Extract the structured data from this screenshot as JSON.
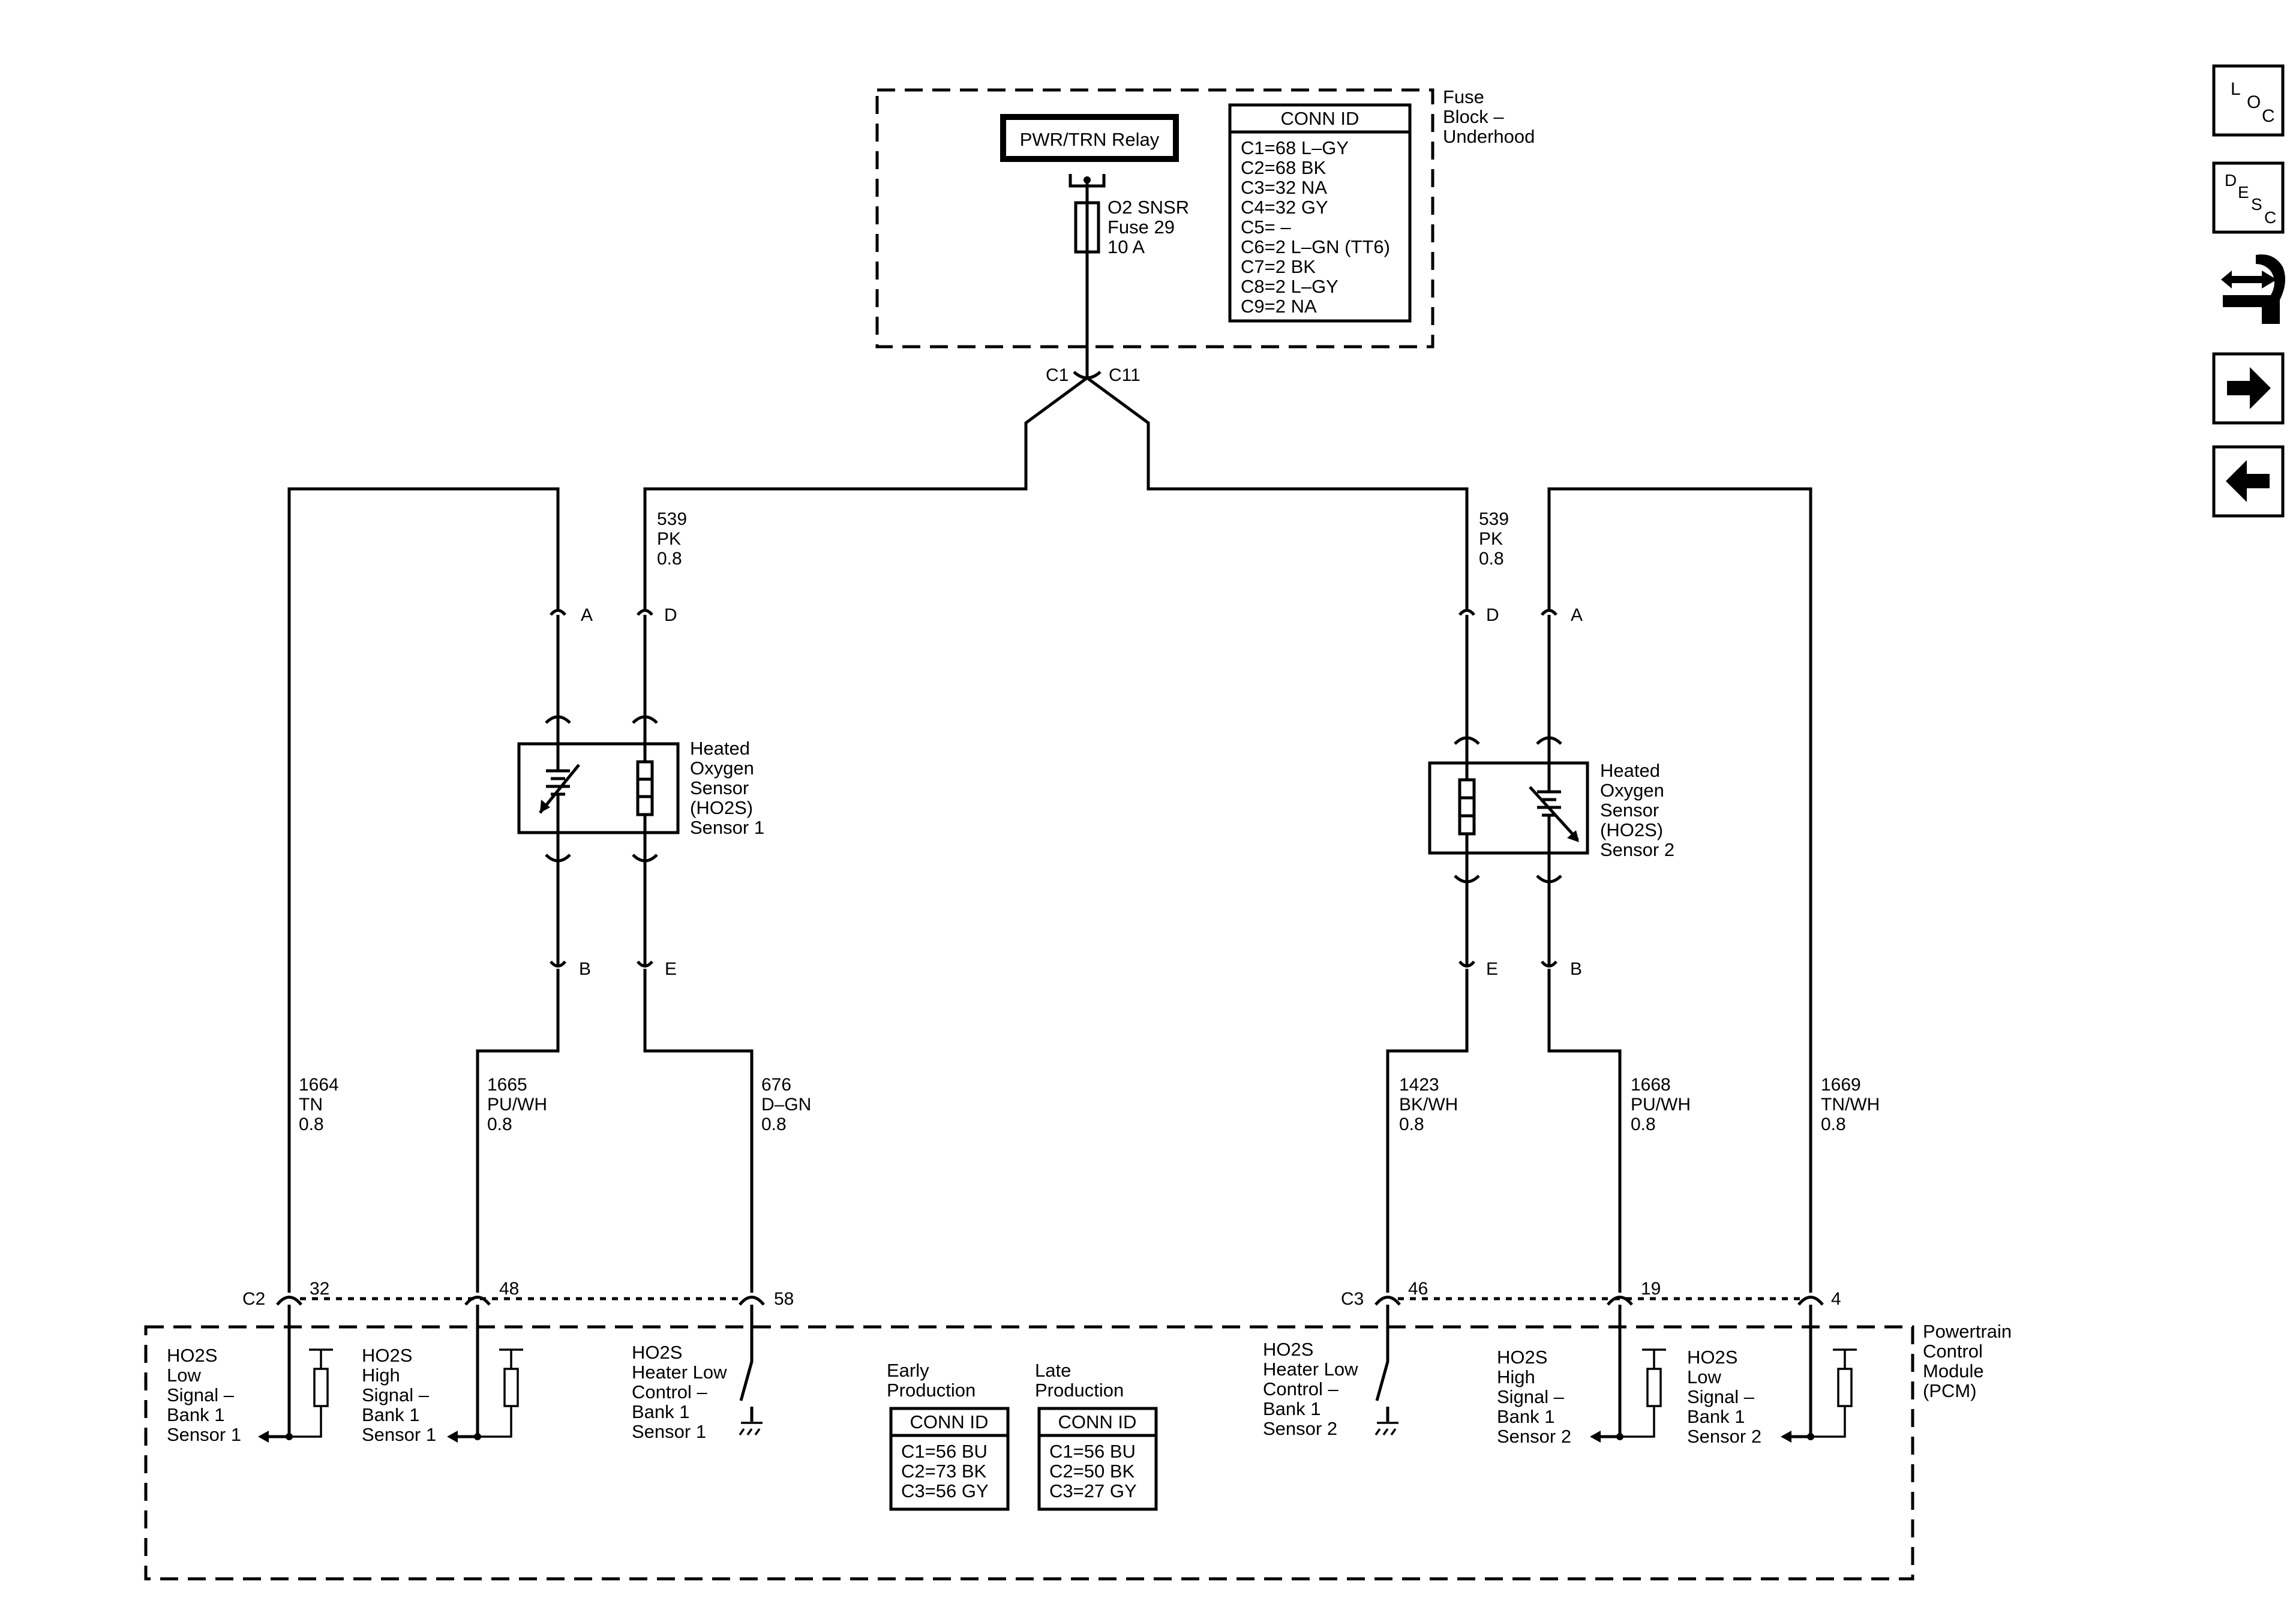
{
  "fuse_block": {
    "name": "Fuse Block – Underhood",
    "relay": "PWR/TRN Relay",
    "fuse_name": "O2 SNSR",
    "fuse_num": "Fuse 29",
    "fuse_amp": "10 A",
    "conn_id_title": "CONN ID",
    "conn_ids": [
      "C1=68 L–GY",
      "C2=68 BK",
      "C3=32 NA",
      "C4=32 GY",
      "C5= –",
      "C6=2 L–GN (TT6)",
      "C7=2 BK",
      "C8=2 L–GY",
      "C9=2 NA"
    ],
    "split_left": "C1",
    "split_right": "C11"
  },
  "sensor1": {
    "name": "Heated Oxygen Sensor (HO2S) Sensor 1",
    "pins": {
      "A": "A",
      "D": "D",
      "B": "B",
      "E": "E"
    },
    "wire_feed": {
      "num": "539",
      "color": "PK",
      "size": "0.8"
    },
    "wire_low": {
      "num": "1664",
      "color": "TN",
      "size": "0.8"
    },
    "wire_high": {
      "num": "1665",
      "color": "PU/WH",
      "size": "0.8"
    },
    "wire_heater": {
      "num": "676",
      "color": "D–GN",
      "size": "0.8"
    }
  },
  "sensor2": {
    "name": "Heated Oxygen Sensor (HO2S) Sensor 2",
    "pins": {
      "A": "A",
      "D": "D",
      "B": "B",
      "E": "E"
    },
    "wire_feed": {
      "num": "539",
      "color": "PK",
      "size": "0.8"
    },
    "wire_heater": {
      "num": "1423",
      "color": "BK/WH",
      "size": "0.8"
    },
    "wire_high": {
      "num": "1668",
      "color": "PU/WH",
      "size": "0.8"
    },
    "wire_low": {
      "num": "1669",
      "color": "TN/WH",
      "size": "0.8"
    }
  },
  "pcm": {
    "name": "Powertrain Control Module (PCM)",
    "conn_c2": "C2",
    "conn_c3": "C3",
    "pins": {
      "p32": "32",
      "p48": "48",
      "p58": "58",
      "p46": "46",
      "p19": "19",
      "p4": "4"
    },
    "circuits": {
      "s1_low": "HO2S Low Signal – Bank 1 Sensor 1",
      "s1_high": "HO2S High Signal – Bank 1 Sensor 1",
      "s1_heater": "HO2S Heater Low Control – Bank 1 Sensor 1",
      "s2_heater": "HO2S Heater Low Control – Bank 1 Sensor 2",
      "s2_high": "HO2S High Signal – Bank 1 Sensor 2",
      "s2_low": "HO2S Low Signal – Bank 1 Sensor 2"
    },
    "early": {
      "title": "Early Production",
      "conn_title": "CONN ID",
      "rows": [
        "C1=56 BU",
        "C2=73 BK",
        "C3=56 GY"
      ]
    },
    "late": {
      "title": "Late Production",
      "conn_title": "CONN ID",
      "rows": [
        "C1=56 BU",
        "C2=50 BK",
        "C3=27 GY"
      ]
    }
  },
  "nav": {
    "loc": {
      "a": "L",
      "b": "O",
      "c": "C"
    },
    "desc": {
      "a": "D",
      "b": "E",
      "c": "S",
      "d": "C"
    }
  }
}
